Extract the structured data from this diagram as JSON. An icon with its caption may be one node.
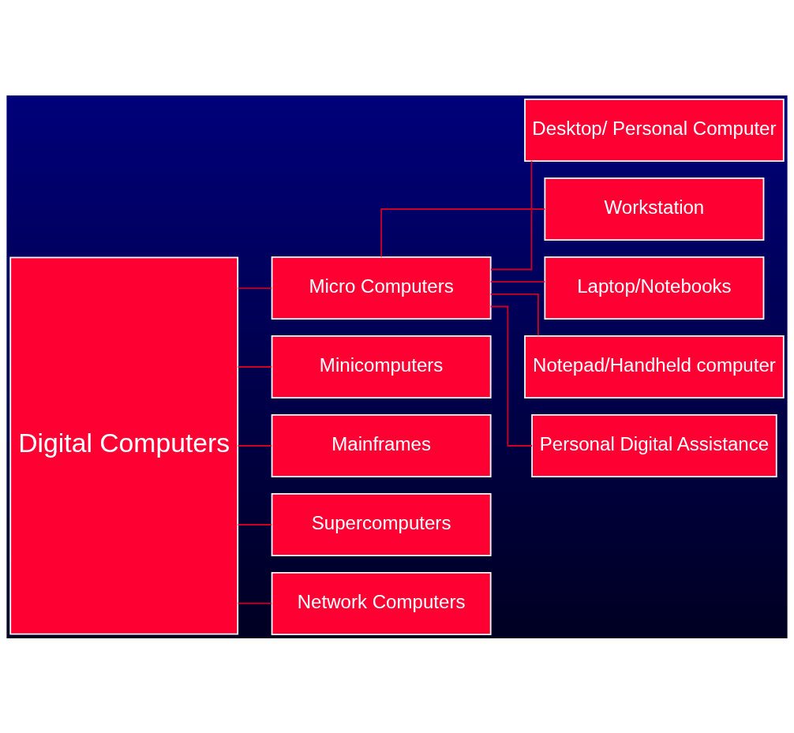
{
  "diagram": {
    "nodes": [
      {
        "text": [
          "Digital Computers"
        ]
      },
      {
        "text": [
          "Micro Computers"
        ]
      },
      {
        "text": [
          "Minicomputers"
        ]
      },
      {
        "text": [
          "Mainframes"
        ]
      },
      {
        "text": [
          "Supercomputers"
        ]
      },
      {
        "text": [
          "Network Computers"
        ]
      },
      {
        "text": [
          "Desktop/ Personal Computer"
        ]
      },
      {
        "text": [
          "Workstation"
        ]
      },
      {
        "text": [
          "Laptop/Notebooks"
        ]
      },
      {
        "text": [
          "Notepad/Handheld computer"
        ]
      },
      {
        "text": [
          "Personal Digital Assistance"
        ]
      }
    ],
    "edges": [
      {
        "from": 0,
        "to": 1,
        "arrow": "none"
      },
      {
        "from": 0,
        "to": 2,
        "arrow": "none"
      },
      {
        "from": 0,
        "to": 3,
        "arrow": "none"
      },
      {
        "from": 0,
        "to": 4,
        "arrow": "none"
      },
      {
        "from": 0,
        "to": 5,
        "arrow": "none"
      },
      {
        "from": 1,
        "to": 6,
        "arrow": "none"
      },
      {
        "from": 1,
        "to": 7,
        "arrow": "none"
      },
      {
        "from": 1,
        "to": 8,
        "arrow": "none"
      },
      {
        "from": 1,
        "to": 9,
        "arrow": "none"
      },
      {
        "from": 1,
        "to": 10,
        "arrow": "none"
      }
    ]
  }
}
